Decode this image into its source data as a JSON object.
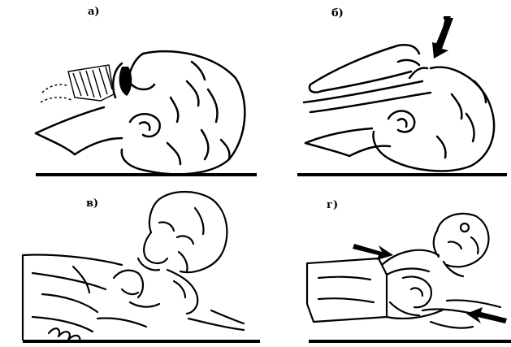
{
  "figure": {
    "panels": [
      {
        "label": "а)"
      },
      {
        "label": "б)"
      },
      {
        "label": "в)"
      },
      {
        "label": "г)"
      }
    ]
  }
}
